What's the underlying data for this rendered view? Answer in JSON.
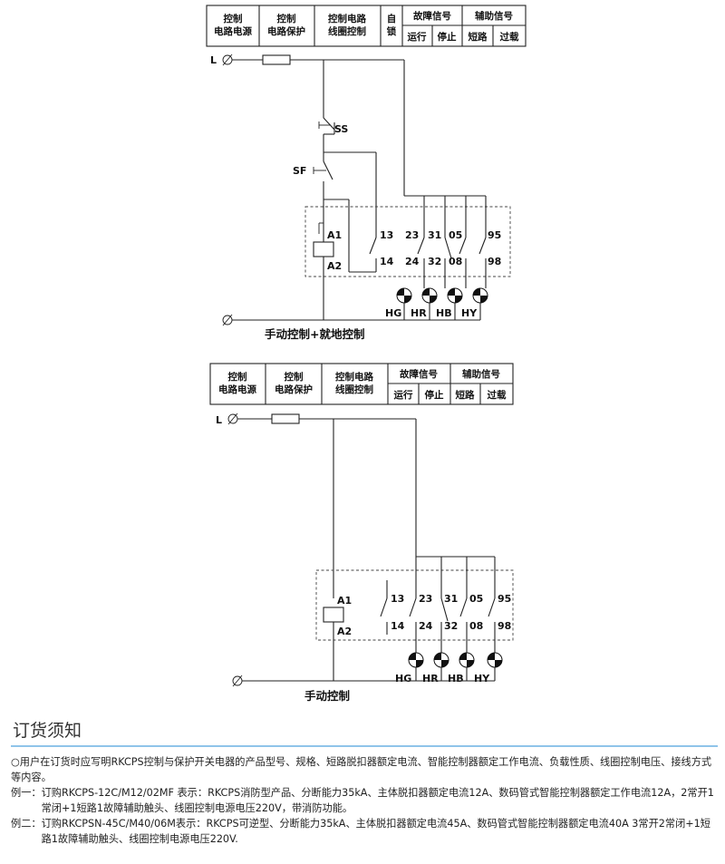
{
  "diagram1": {
    "headers": {
      "h1": [
        "控制",
        "电路电源"
      ],
      "h2": [
        "控制",
        "电路保护"
      ],
      "h3": [
        "控制电路",
        "线圈控制"
      ],
      "h4": [
        "自",
        "锁"
      ],
      "h5": "故障信号",
      "h6": "辅助信号",
      "s1": "运行",
      "s2": "停止",
      "s3": "短路",
      "s4": "过载"
    },
    "L": "L",
    "SS": "SS",
    "SF": "SF",
    "A1": "A1",
    "A2": "A2",
    "terms_top": [
      "13",
      "23",
      "31",
      "05",
      "95"
    ],
    "terms_bot": [
      "14",
      "24",
      "32",
      "08",
      "98"
    ],
    "lamps": [
      "HG",
      "HR",
      "HB",
      "HY"
    ],
    "caption": "手动控制+就地控制"
  },
  "diagram2": {
    "headers": {
      "h1": [
        "控制",
        "电路电源"
      ],
      "h2": [
        "控制",
        "电路保护"
      ],
      "h3": [
        "控制电路",
        "线圈控制"
      ],
      "h5": "故障信号",
      "h6": "辅助信号",
      "s1": "运行",
      "s2": "停止",
      "s3": "短路",
      "s4": "过载"
    },
    "L": "L",
    "A1": "A1",
    "A2": "A2",
    "terms_top": [
      "13",
      "23",
      "31",
      "05",
      "95"
    ],
    "terms_bot": [
      "14",
      "24",
      "32",
      "08",
      "98"
    ],
    "lamps": [
      "HG",
      "HR",
      "HB",
      "HY"
    ],
    "caption": "手动控制"
  },
  "ordering": {
    "title": "订货须知",
    "intro": "○用户在订货时应写明RKCPS控制与保护开关电器的产品型号、规格、短路脱扣器额定电流、智能控制器额定工作电流、负载性质、线圈控制电压、接线方式等内容。",
    "ex1_prefix": "例一：",
    "ex1_text": "订购RKCPS-12C/M12/02MF 表示：RKCPS消防型产品、分断能力35kA、主体脱扣器额定电流12A、数码管式智能控制器额定工作电流12A，2常开1常闭+1短路1故障辅助触头、线圈控制电源电压220V，带消防功能。",
    "ex2_prefix": "例二：",
    "ex2_text": "订购RKCPSN-45C/M40/06M表示：RKCPS可逆型、分断能力35kA、主体脱扣器额定电流45A、数码管式智能控制器额定电流40A 3常开2常闭+1短路1故障辅助触头、线圈控制电源电压220V."
  },
  "colors": {
    "rule": "#8fc4ea",
    "ink": "#222222"
  }
}
